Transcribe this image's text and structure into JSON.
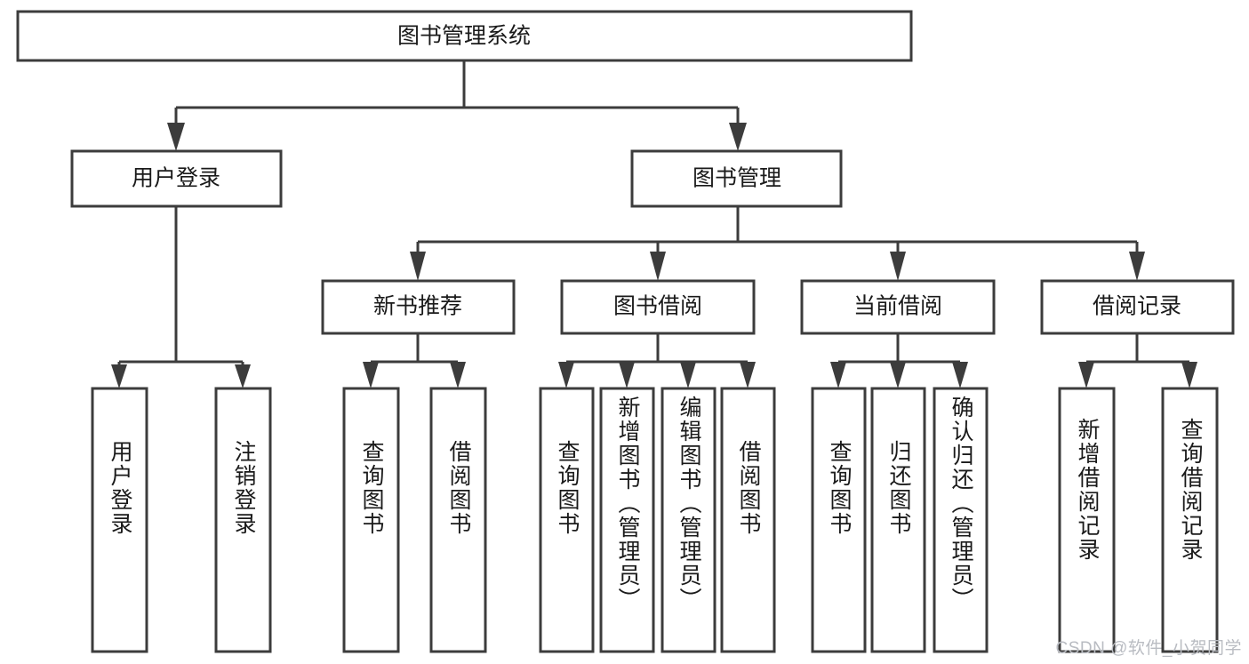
{
  "diagram": {
    "title": "图书管理系统",
    "type": "tree-hierarchy",
    "orientation": "top-down",
    "levels": 4,
    "colors": {
      "box_stroke": "#3c3c3c",
      "box_fill": "#ffffff",
      "connector": "#3c3c3c",
      "text": "#1a1a1a",
      "watermark": "#b9bcc2"
    }
  },
  "root": {
    "label": "图书管理系统"
  },
  "level2": [
    {
      "label": "用户登录"
    },
    {
      "label": "图书管理"
    }
  ],
  "level3": [
    {
      "label": "新书推荐"
    },
    {
      "label": "图书借阅"
    },
    {
      "label": "当前借阅"
    },
    {
      "label": "借阅记录"
    }
  ],
  "leaves": {
    "user_login": [
      {
        "label": "用户登录"
      },
      {
        "label": "注销登录"
      }
    ],
    "new_book_recommend": [
      {
        "label": "查询图书"
      },
      {
        "label": "借阅图书"
      }
    ],
    "book_borrow": [
      {
        "label": "查询图书"
      },
      {
        "label": "新增图书（管理员）"
      },
      {
        "label": "编辑图书（管理员）"
      },
      {
        "label": "借阅图书"
      }
    ],
    "current_borrow": [
      {
        "label": "查询图书"
      },
      {
        "label": "归还图书"
      },
      {
        "label": "确认归还（管理员）"
      }
    ],
    "borrow_record": [
      {
        "label": "新增借阅记录"
      },
      {
        "label": "查询借阅记录"
      }
    ]
  },
  "watermark": {
    "text": "CSDN @软件_小贺同学"
  }
}
